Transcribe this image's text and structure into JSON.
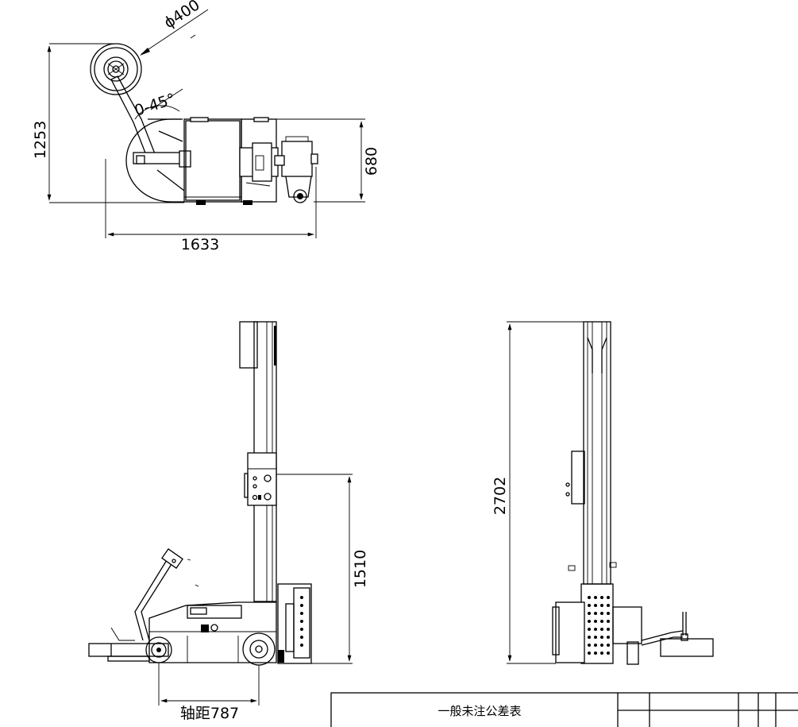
{
  "dimensions": {
    "diameter": "ϕ400",
    "angle": "0-45°",
    "top_height": "1253",
    "top_depth": "680",
    "top_length": "1633",
    "side_height": "2702",
    "control_height": "1510",
    "wheelbase": "轴距787"
  },
  "title_block": {
    "tolerance_table_title": "一般未注公差表"
  }
}
